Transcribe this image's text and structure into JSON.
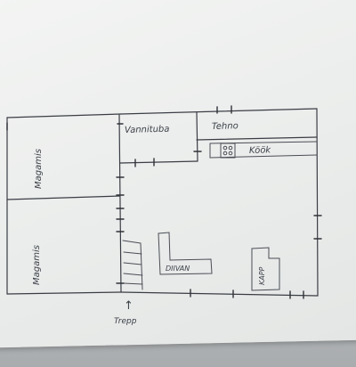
{
  "rooms": {
    "magamis_top": "Magamis",
    "magamis_bottom": "Magamis",
    "vannituba": "Vannituba",
    "tehno": "Tehno",
    "kook": "Köök"
  },
  "furniture": {
    "divan": "DIIVAN",
    "kapp": "KAPP"
  },
  "entrance": {
    "arrow": "↑",
    "label": "Trepp"
  },
  "colors": {
    "ink": "#3a3d44",
    "paper": "#eceeed",
    "background": "#b9bcbf"
  }
}
